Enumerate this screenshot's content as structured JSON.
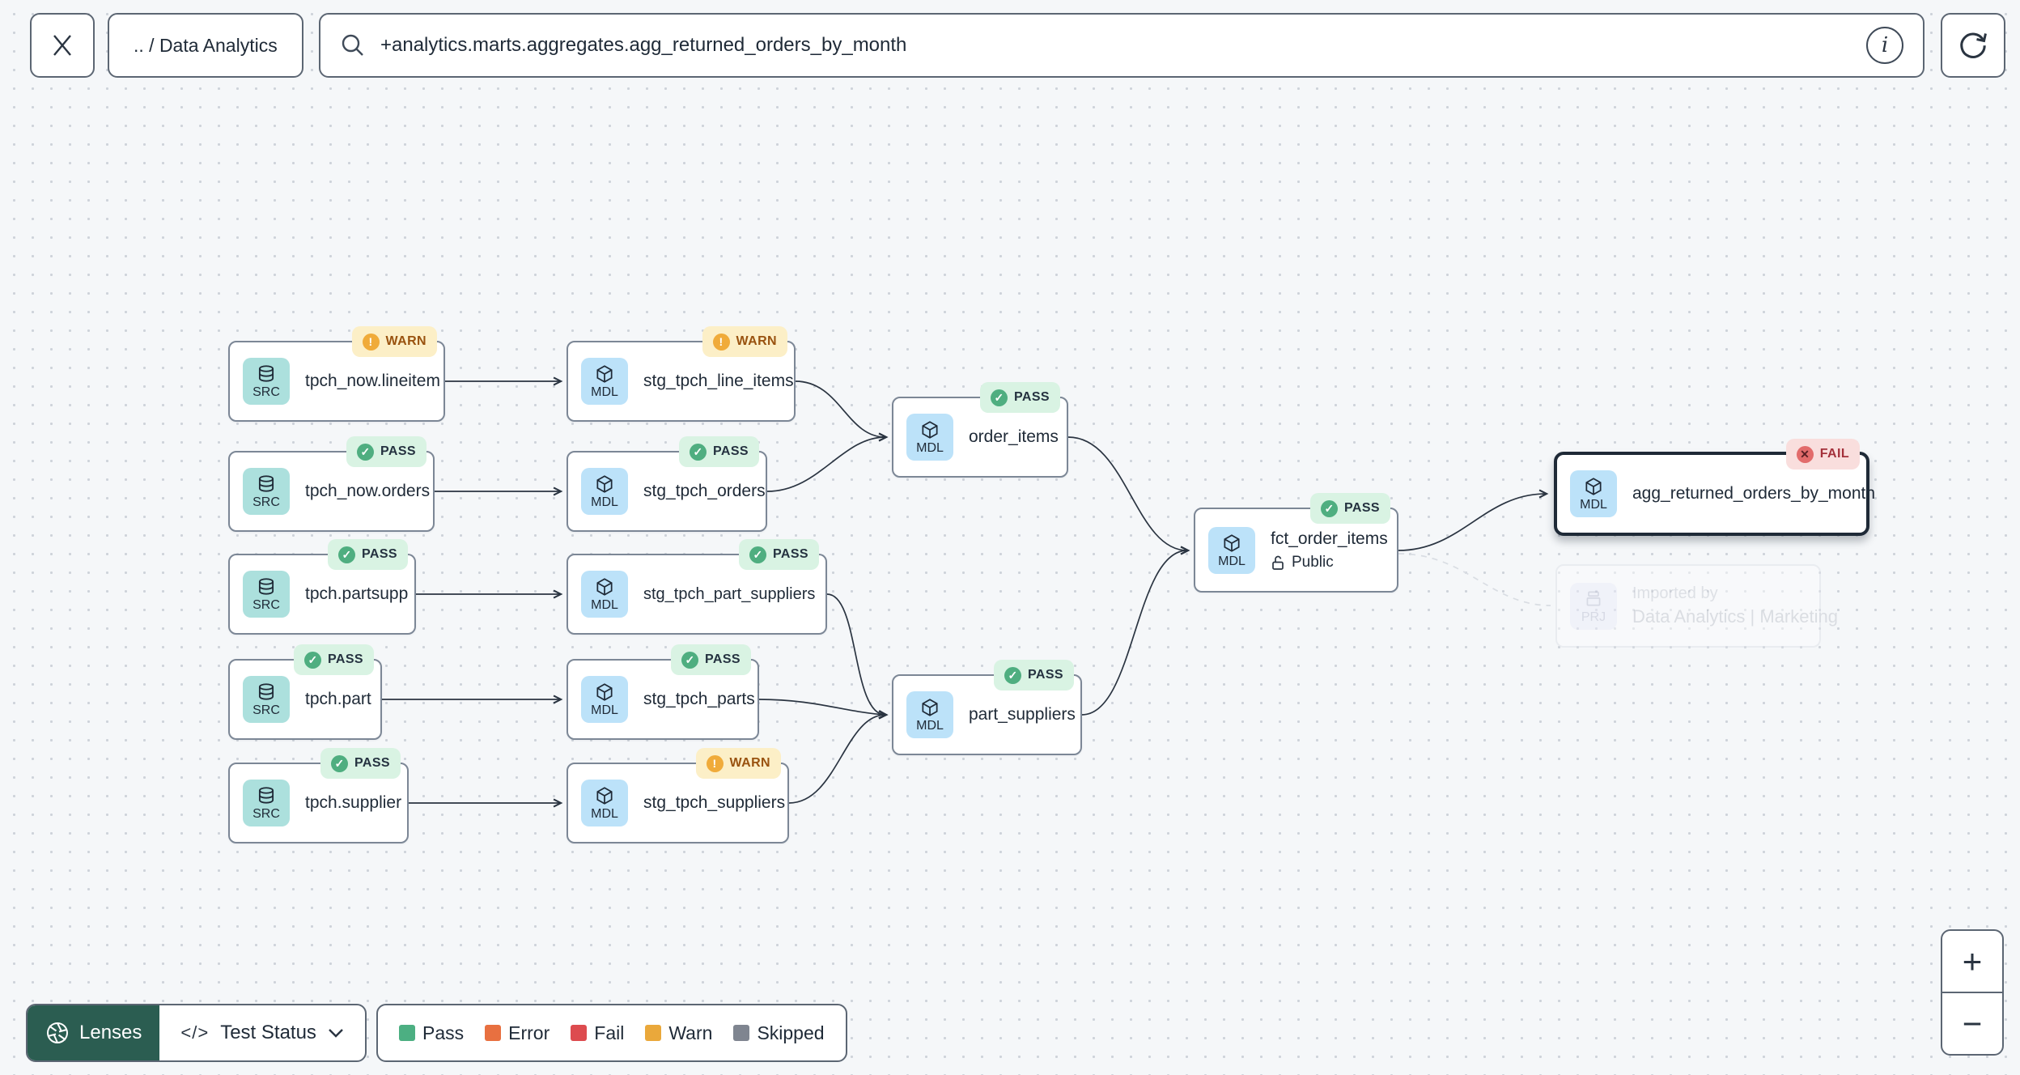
{
  "toolbar": {
    "breadcrumb": ".. / Data Analytics",
    "search_value": "+analytics.marts.aggregates.agg_returned_orders_by_month",
    "info_glyph": "i"
  },
  "nodes": [
    {
      "type": "SRC",
      "label": "tpch_now.lineitem",
      "status": "WARN"
    },
    {
      "type": "SRC",
      "label": "tpch_now.orders",
      "status": "PASS"
    },
    {
      "type": "SRC",
      "label": "tpch.partsupp",
      "status": "PASS"
    },
    {
      "type": "SRC",
      "label": "tpch.part",
      "status": "PASS"
    },
    {
      "type": "SRC",
      "label": "tpch.supplier",
      "status": "PASS"
    },
    {
      "type": "MDL",
      "label": "stg_tpch_line_items",
      "status": "WARN"
    },
    {
      "type": "MDL",
      "label": "stg_tpch_orders",
      "status": "PASS"
    },
    {
      "type": "MDL",
      "label": "stg_tpch_part_suppliers",
      "status": "PASS"
    },
    {
      "type": "MDL",
      "label": "stg_tpch_parts",
      "status": "PASS"
    },
    {
      "type": "MDL",
      "label": "stg_tpch_suppliers",
      "status": "WARN"
    },
    {
      "type": "MDL",
      "label": "order_items",
      "status": "PASS"
    },
    {
      "type": "MDL",
      "label": "part_suppliers",
      "status": "PASS"
    },
    {
      "type": "MDL",
      "label": "fct_order_items",
      "status": "PASS",
      "access": "Public"
    },
    {
      "type": "MDL",
      "label": "agg_returned_orders_by_month",
      "status": "FAIL",
      "selected": true
    }
  ],
  "project_card": {
    "type": "PRJ",
    "title": "Imported by",
    "subtitle": "Data Analytics | Marketing"
  },
  "badge_glyphs": {
    "pass": "✓",
    "warn": "!",
    "fail": "✕"
  },
  "footer": {
    "lenses_label": "Lenses",
    "selector_label": "Test Status",
    "code_glyph": "</>"
  },
  "legend": {
    "items": [
      {
        "label": "Pass",
        "color": "#4caf82"
      },
      {
        "label": "Error",
        "color": "#e87040"
      },
      {
        "label": "Fail",
        "color": "#dd4b4f"
      },
      {
        "label": "Warn",
        "color": "#eaa83b"
      },
      {
        "label": "Skipped",
        "color": "#7f8590"
      }
    ]
  },
  "zoom_controls": {
    "plus": "+",
    "minus": "−"
  },
  "colors": {
    "canvas_bg": "#f5f7f9",
    "edge": "#2a3441",
    "node_border": "#7c8796",
    "selected_border": "#1f2a37",
    "src_tile": "#ace0dd",
    "mdl_tile": "#bce2f9",
    "prj_tile": "#eceefa",
    "pass_chip_bg": "#d9f3e3",
    "warn_chip_bg": "#fcefc7",
    "fail_chip_bg": "#f9dedd",
    "lenses_green": "#2b5d51"
  }
}
